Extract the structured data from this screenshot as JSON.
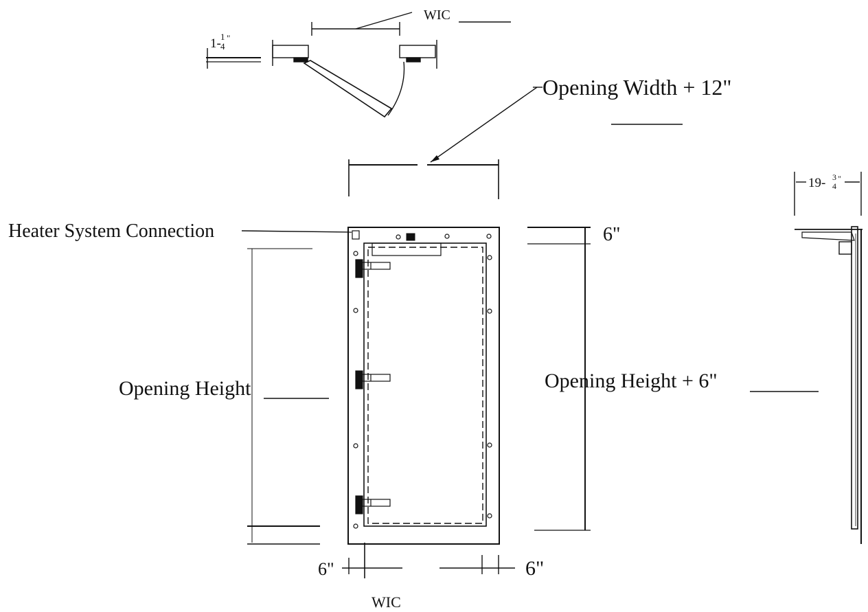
{
  "colors": {
    "ink": "#111111",
    "paper": "#ffffff"
  },
  "labels": {
    "top_wic": "WIC",
    "top_thickness_whole": "1-",
    "top_thickness_num": "1",
    "top_thickness_den": "4",
    "top_thickness_unit": "\"",
    "opening_width_plus": "Opening Width + 12\"",
    "heater_connection": "Heater System Connection",
    "top_six": "6\"",
    "opening_height": "Opening Height",
    "opening_height_plus": "Opening Height + 6\"",
    "depth_whole": "19-",
    "depth_num": "3",
    "depth_den": "4",
    "depth_unit": "\"",
    "bottom_left_six": "6\"",
    "bottom_right_six": "6\"",
    "bottom_wic": "WIC"
  }
}
